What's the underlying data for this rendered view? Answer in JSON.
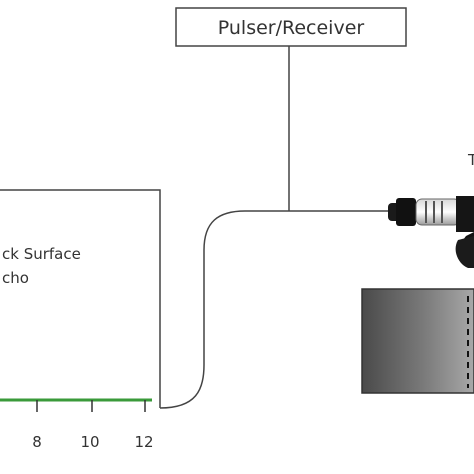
{
  "diagram": {
    "pulser_receiver_label": "Pulser/Receiver",
    "screen": {
      "text_line_1": "ck Surface",
      "text_line_2": "cho",
      "axis_ticks": [
        "8",
        "10",
        "12"
      ]
    },
    "transducer_label_fragment": "T",
    "colors": {
      "baseline": "#3a9a3a",
      "outline": "#333333",
      "block_dark": "#4a4a4a",
      "block_light": "#9a9a9a"
    }
  }
}
